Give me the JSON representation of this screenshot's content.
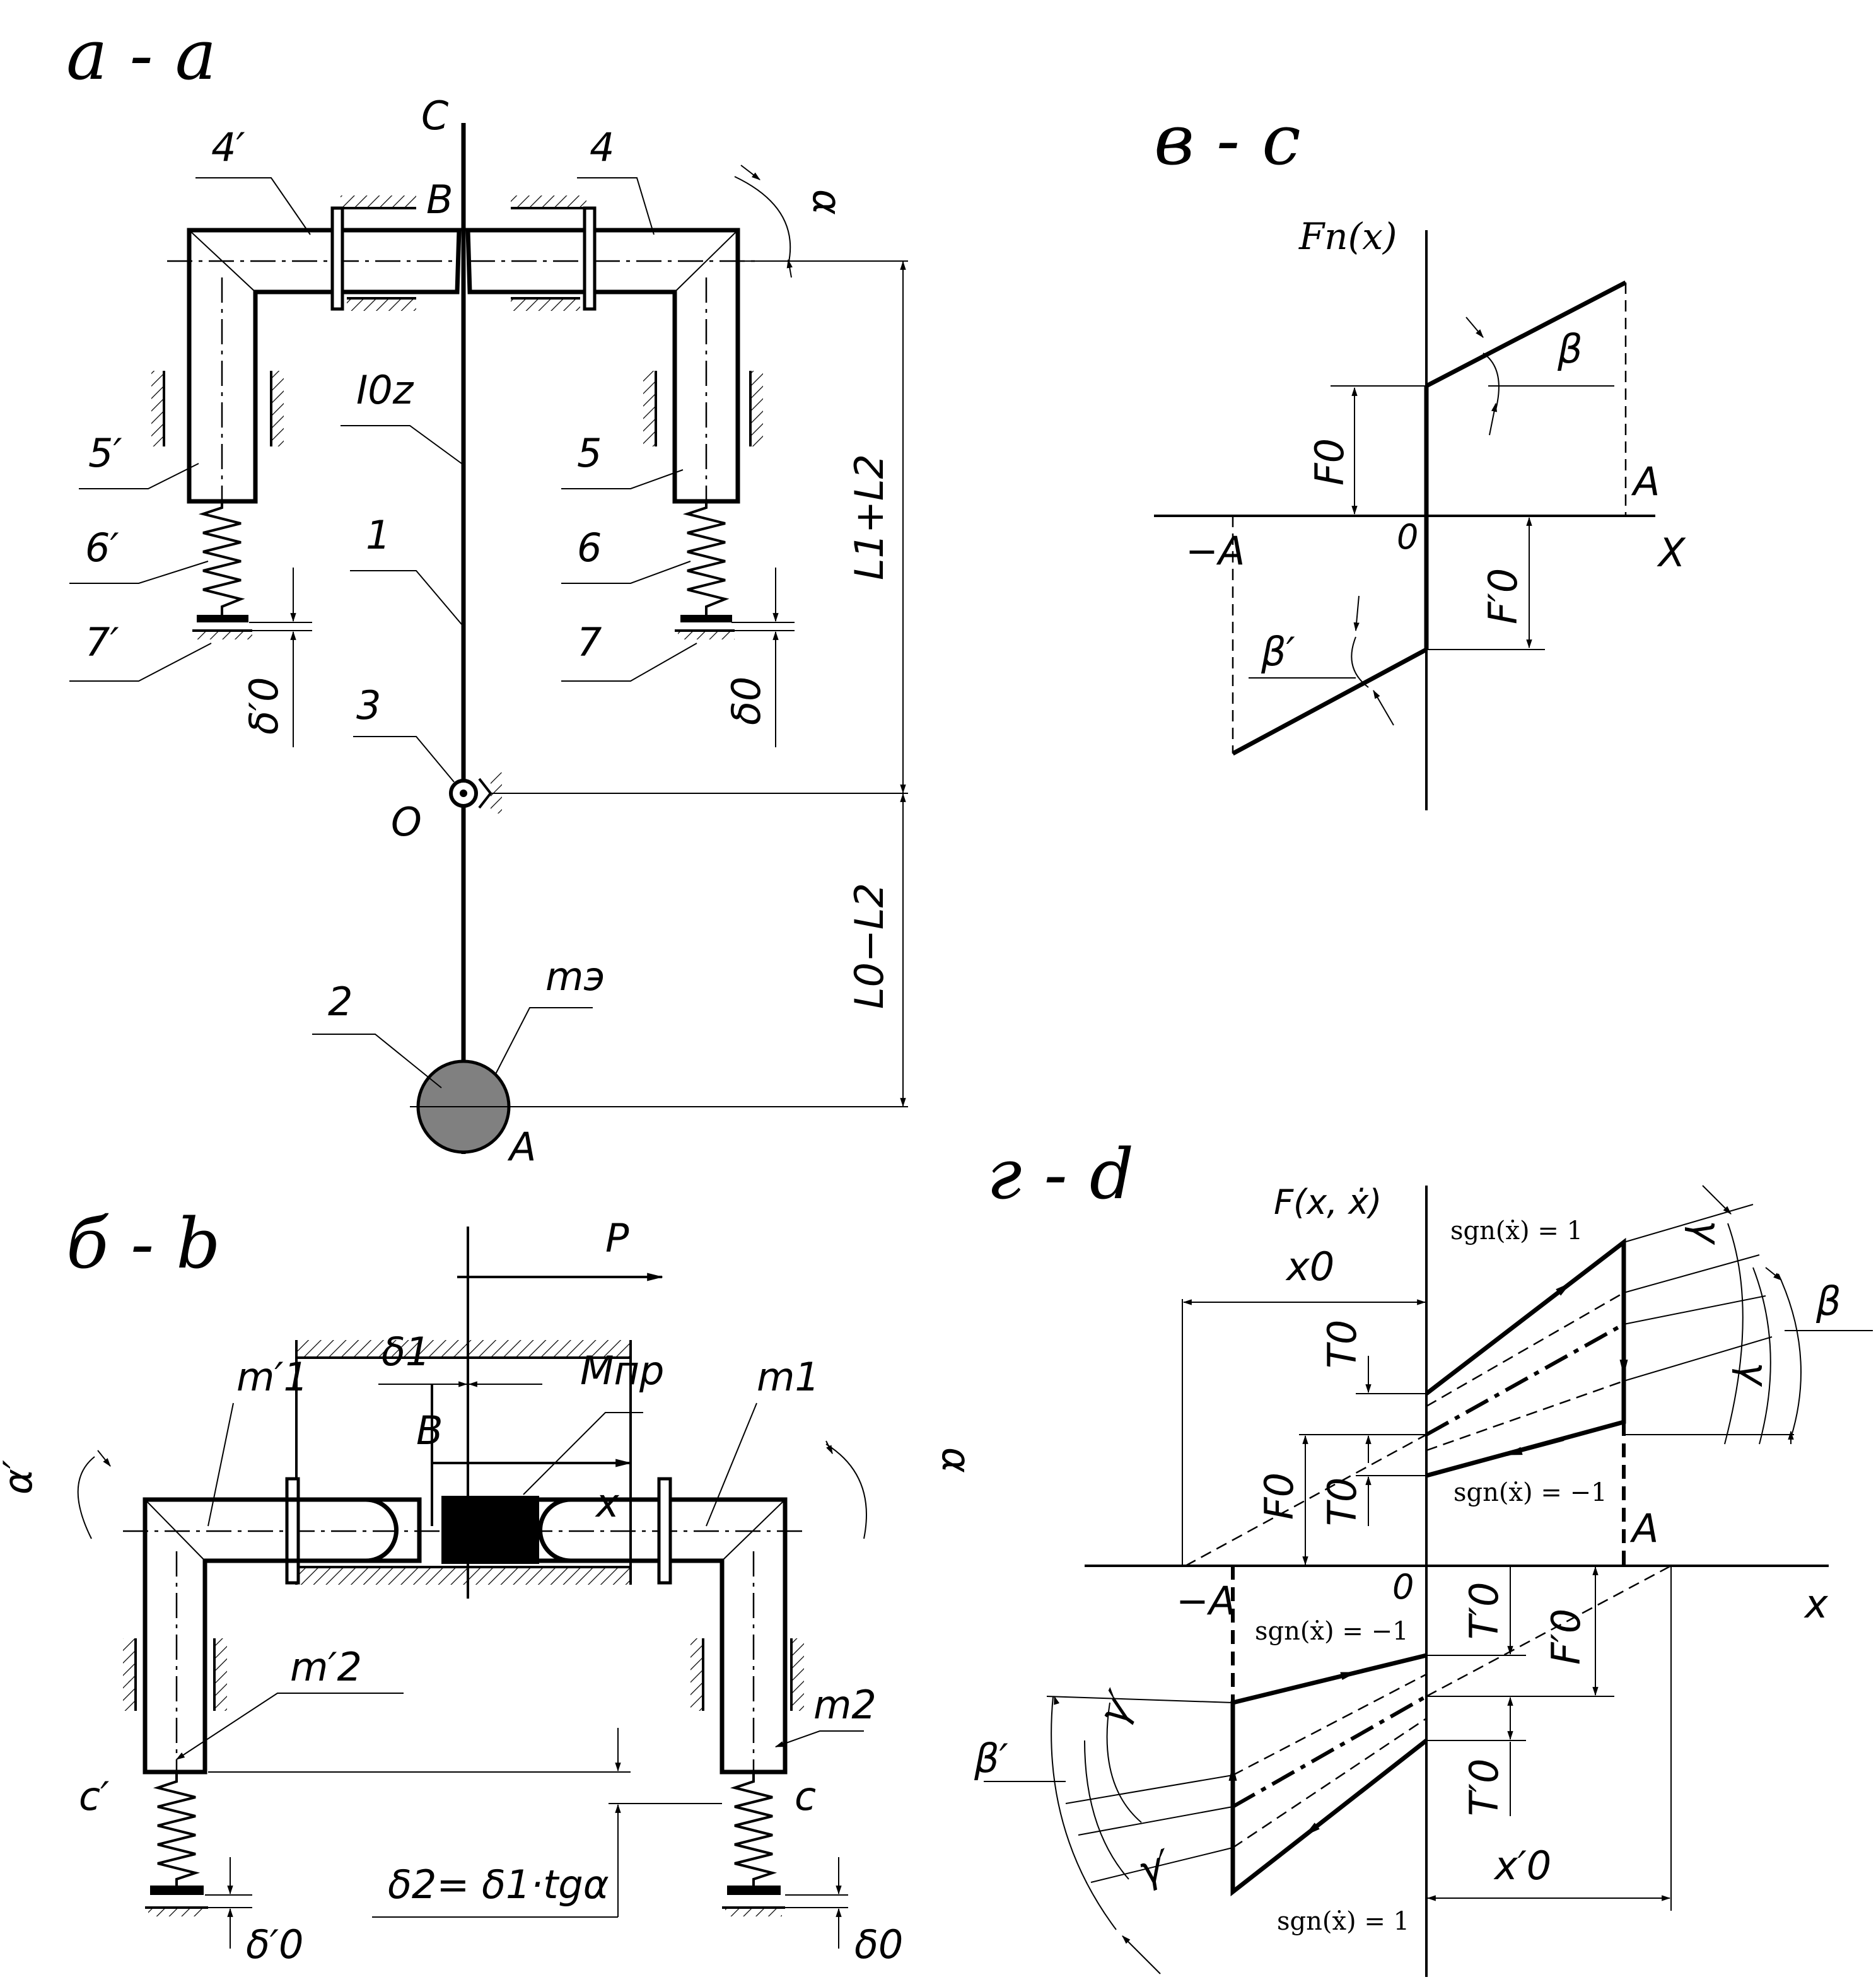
{
  "panels": {
    "a": {
      "title": "а - а",
      "labels": {
        "C": "C",
        "B": "B",
        "alpha": "α",
        "O": "O",
        "A": "A",
        "n4p": "4′",
        "n4": "4",
        "I0z": "I0z",
        "n5p": "5′",
        "n5": "5",
        "n6p": "6′",
        "n6": "6",
        "n7p": "7′",
        "n7": "7",
        "n1": "1",
        "n3": "3",
        "n2": "2",
        "me": "mэ",
        "L1L2": "L1+L2",
        "L0L2": "L0−L2",
        "delta0p": "δ′0",
        "delta0": "δ0"
      }
    },
    "b": {
      "title": "б - b",
      "labels": {
        "P": "P",
        "delta1": "δ1",
        "Mpr": "Mпр",
        "m1p": "m′1",
        "m1": "m1",
        "B": "B",
        "alphap": "α′",
        "alpha": "α",
        "m2p": "m′2",
        "m2": "m2",
        "x": "x",
        "cp": "c′",
        "c": "c",
        "delta2": "δ2= δ1·tgα",
        "delta0p": "δ′0",
        "delta0": "δ0"
      }
    },
    "c": {
      "title": "в - c",
      "labels": {
        "Fn": "Fn(x)",
        "beta": "β",
        "F0": "F0",
        "A": "A",
        "mA": "−A",
        "O": "0",
        "X": "X",
        "F0p": "F′0",
        "betap": "β′"
      }
    },
    "d": {
      "title": "г - d",
      "labels": {
        "F": "F(x, ẋ)",
        "x0": "x0",
        "sgn1top": "sgn(ẋ) = 1",
        "gamma": "γ",
        "beta": "β",
        "T0": "T0",
        "F0": "F0",
        "sgnm1top": "sgn(ẋ) = −1",
        "A": "A",
        "mA": "−A",
        "O": "0",
        "x": "x",
        "T0p": "T′0",
        "sgnm1bot": "sgn(ẋ) = −1",
        "F0p": "F′0",
        "betap": "β′",
        "gammap": "γ′",
        "x0p": "x′0",
        "sgn1bot": "sgn(ẋ) = 1"
      }
    }
  }
}
